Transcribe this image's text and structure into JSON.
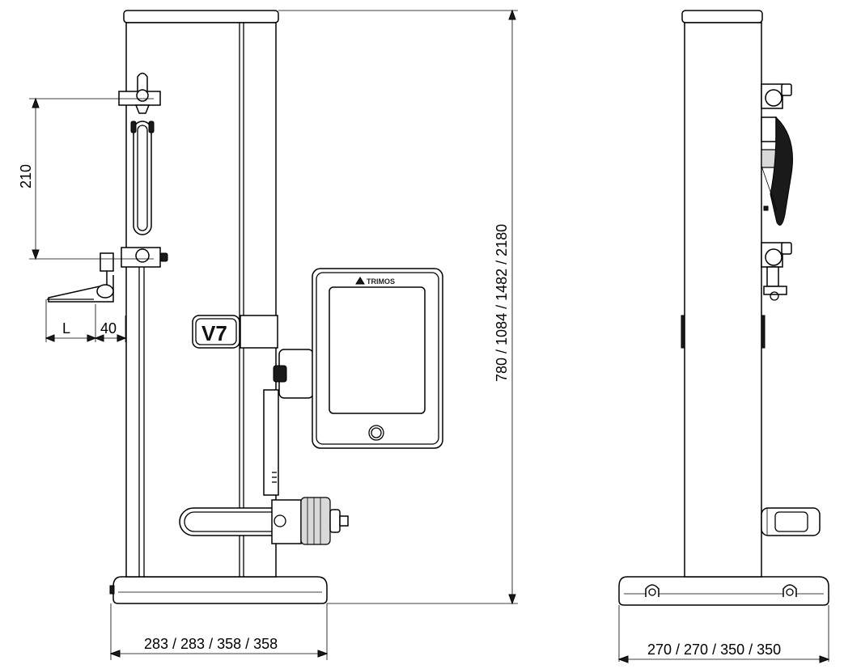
{
  "front_view": {
    "dims": {
      "height_range": "780 / 1084 / 1482 / 2180",
      "base_width": "283 / 283 / 358 / 358",
      "probe_span": "210",
      "offset_l": "L",
      "offset_40": "40"
    },
    "badge": "V7",
    "display": {
      "brand": "TRIMOS"
    }
  },
  "side_view": {
    "dims": {
      "base_depth": "270 / 270 / 350 / 350"
    }
  },
  "colors": {
    "ink": "#000000",
    "dark_fill": "#1a1a1a",
    "grey_fill": "#d9d9d9",
    "paper": "#ffffff"
  }
}
